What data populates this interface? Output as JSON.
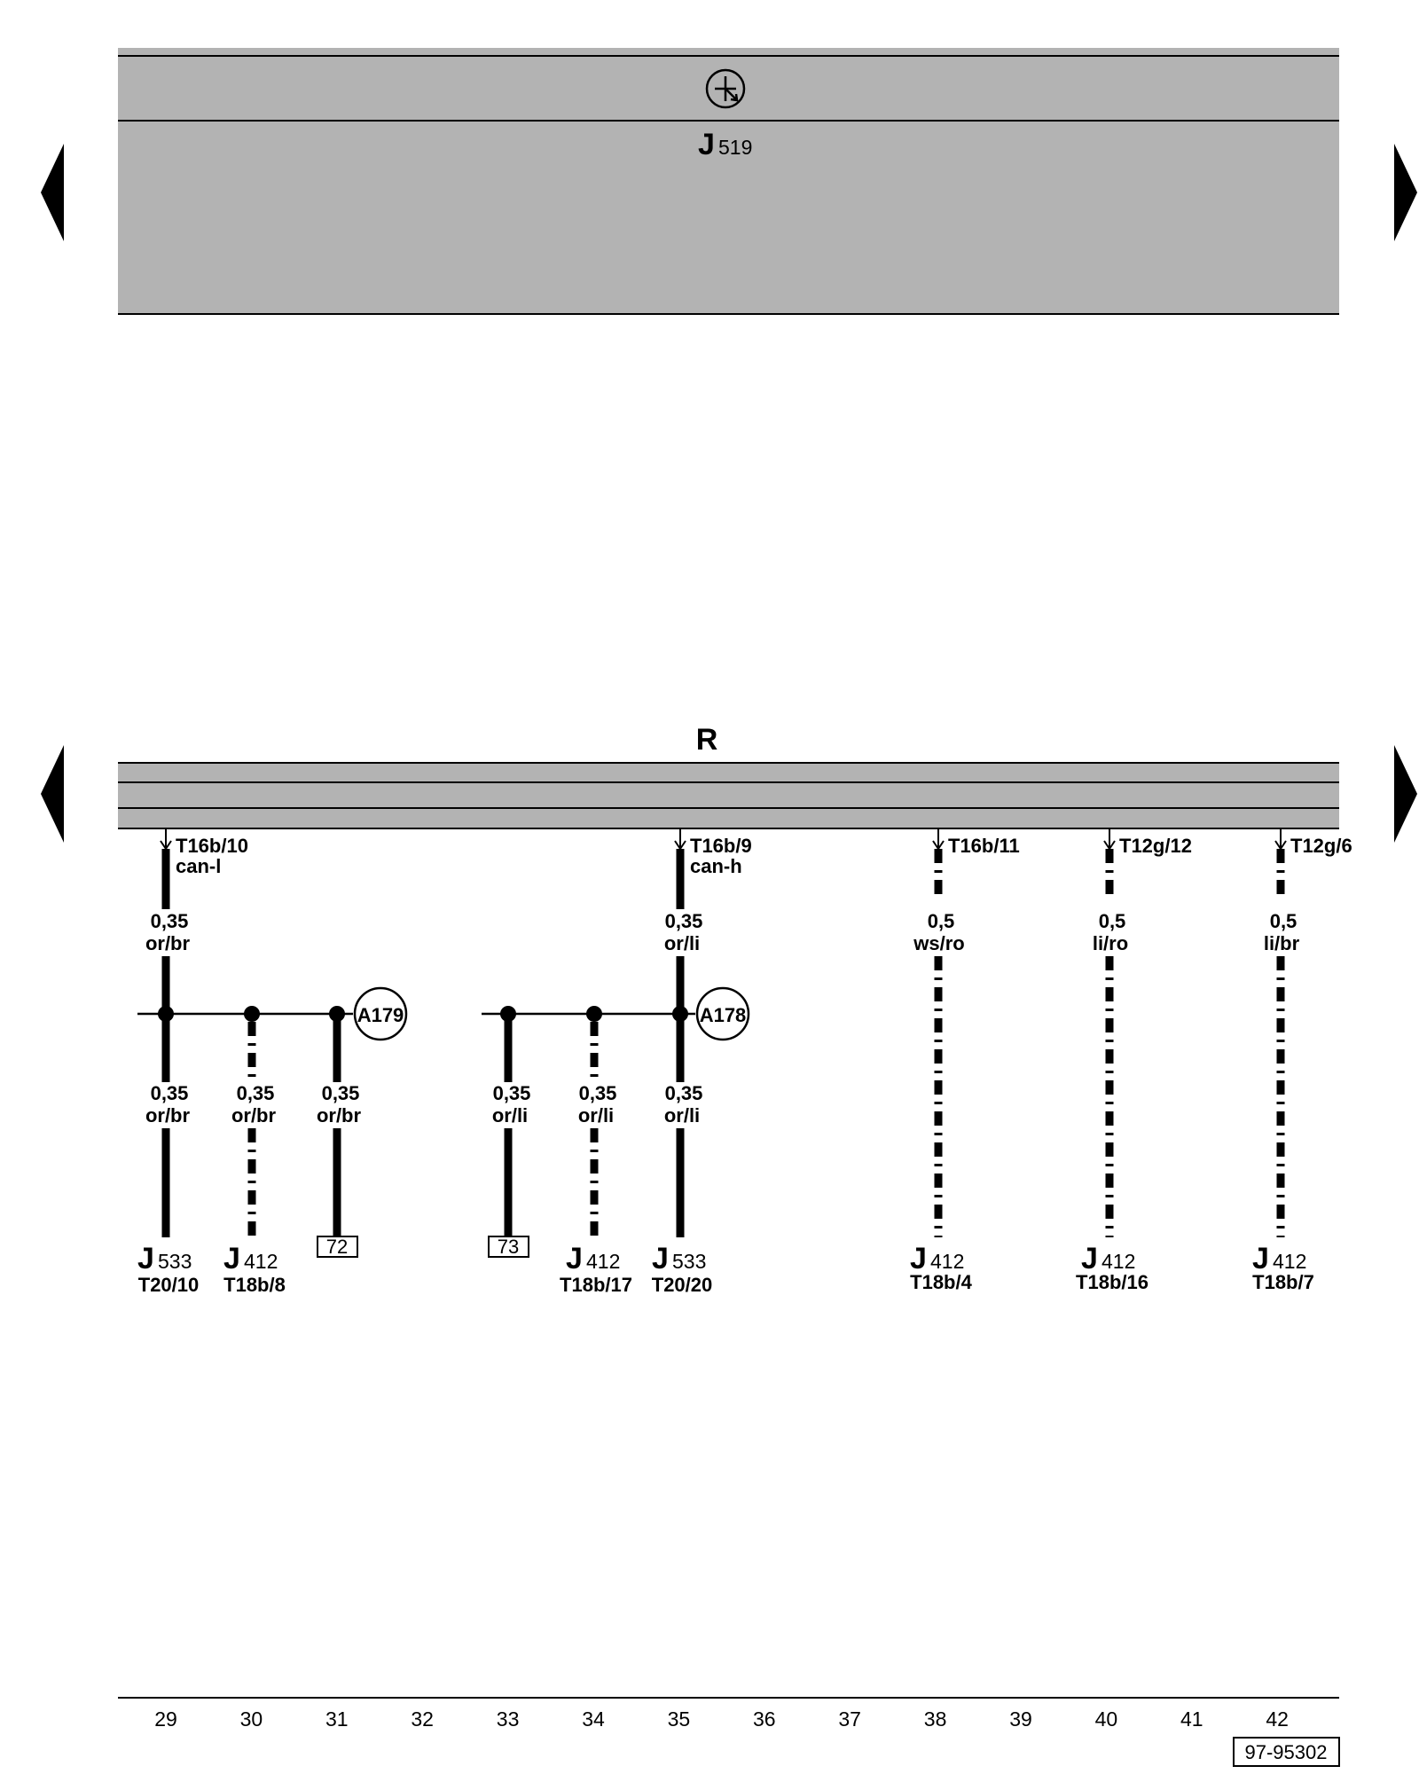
{
  "top_panel": {
    "letter": "J",
    "number": "519"
  },
  "relay": {
    "label": "R"
  },
  "wires": [
    {
      "id": "w1",
      "connector": "T16b/10",
      "signal": "can-l",
      "gauge": "0,35",
      "color": "or/br"
    },
    {
      "id": "w2",
      "connector": "T16b/9",
      "signal": "can-h",
      "gauge": "0,35",
      "color": "or/li"
    },
    {
      "id": "w3",
      "connector": "T16b/11",
      "signal": "",
      "gauge": "0,5",
      "color": "ws/ro"
    },
    {
      "id": "w4",
      "connector": "T12g/12",
      "signal": "",
      "gauge": "0,5",
      "color": "li/ro"
    },
    {
      "id": "w5",
      "connector": "T12g/6",
      "signal": "",
      "gauge": "0,5",
      "color": "li/br"
    }
  ],
  "junctions": [
    {
      "label": "A179"
    },
    {
      "label": "A178"
    }
  ],
  "branches": [
    {
      "gauge": "0,35",
      "color": "or/br"
    },
    {
      "gauge": "0,35",
      "color": "or/br"
    },
    {
      "gauge": "0,35",
      "color": "or/br"
    },
    {
      "gauge": "0,35",
      "color": "or/li"
    },
    {
      "gauge": "0,35",
      "color": "or/li"
    },
    {
      "gauge": "0,35",
      "color": "or/li"
    }
  ],
  "ref_boxes": [
    {
      "label": "72"
    },
    {
      "label": "73"
    }
  ],
  "terminals": [
    {
      "letter": "J",
      "num": "533",
      "pin": "T20/10"
    },
    {
      "letter": "J",
      "num": "412",
      "pin": "T18b/8"
    },
    {
      "letter": "J",
      "num": "412",
      "pin": "T18b/17"
    },
    {
      "letter": "J",
      "num": "533",
      "pin": "T20/20"
    },
    {
      "letter": "J",
      "num": "412",
      "pin": "T18b/4"
    },
    {
      "letter": "J",
      "num": "412",
      "pin": "T18b/16"
    },
    {
      "letter": "J",
      "num": "412",
      "pin": "T18b/7"
    }
  ],
  "grid_numbers": [
    "29",
    "30",
    "31",
    "32",
    "33",
    "34",
    "35",
    "36",
    "37",
    "38",
    "39",
    "40",
    "41",
    "42"
  ],
  "doc_ref": "97-95302",
  "colors": {
    "panel": "#b3b3b3",
    "line": "#000000",
    "background": "#ffffff"
  }
}
